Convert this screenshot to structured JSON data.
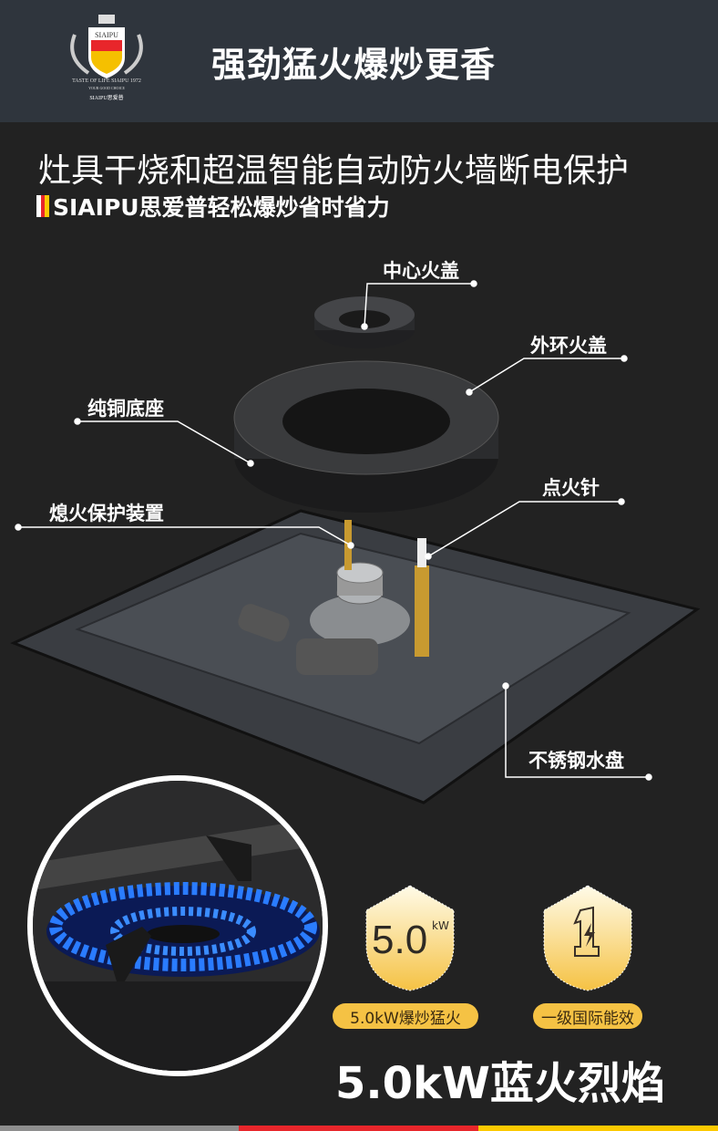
{
  "header": {
    "logo": {
      "brand": "SIAIPU",
      "tagline": "TASTE OF LIFE SIAIPU 1972",
      "subtag": "YOUR GOOD CHOICE",
      "mini": "SIAIPU思爱普"
    },
    "title": "强劲猛火爆炒更香"
  },
  "intro": {
    "line1": "灶具干烧和超温智能自动防火墙断电保护",
    "line2": "SIAIPU思爱普轻松爆炒省时省力"
  },
  "parts": {
    "center_cap": "中心火盖",
    "outer_cap": "外环火盖",
    "copper_base": "纯铜底座",
    "flameout": "熄火保护装置",
    "igniter": "点火针",
    "tray": "不锈钢水盘"
  },
  "features": [
    {
      "value": "5.0",
      "unit": "kW",
      "label": "5.0kW爆炒猛火",
      "icon": "power-badge"
    },
    {
      "label": "一级国际能效",
      "icon": "energy-level-1-badge"
    }
  ],
  "footer_title": "5.0kW蓝火烈焰",
  "colors": {
    "header_bg": "#2f353d",
    "bg": "#222222",
    "gold": "#f5c244",
    "red": "#e8262b",
    "yellow": "#fcc900",
    "gray": "#8e8e8e"
  }
}
